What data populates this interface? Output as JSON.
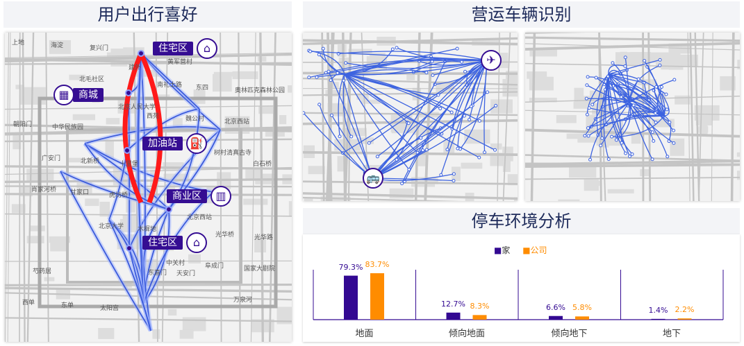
{
  "left": {
    "title": "用户出行喜好",
    "tags": {
      "home_top": "住宅区",
      "mall": "商城",
      "gas": "加油站",
      "business": "商业区",
      "home_bottom": "住宅区"
    },
    "places": [
      "上地",
      "北毛社区",
      "西苑",
      "树村清真古寺",
      "肖家河桥",
      "北京大学",
      "中关村",
      "万泉河",
      "海淀",
      "北京人民大学",
      "魏公村",
      "白石桥",
      "甘家口",
      "木樨地",
      "阜成门",
      "西单",
      "复兴门",
      "南礼士路",
      "北京西站",
      "广安门",
      "虎坊桥",
      "天安门",
      "国家大剧院",
      "东单",
      "建外",
      "东四",
      "朝阳门",
      "北新桥",
      "东直门",
      "光华桥",
      "芍药居",
      "太阳宫",
      "黄军营村",
      "奥林匹克森林公园",
      "中华民族园",
      "十里堡",
      "北京西站",
      "光华路"
    ],
    "route_colors": {
      "frequent": "#ff1a1a",
      "other": "#3b5bdb"
    }
  },
  "right_top": {
    "title": "营运车辆识别",
    "icons": [
      "airplane-icon",
      "bus-icon"
    ]
  },
  "chart_data": {
    "type": "bar",
    "title": "停车环境分析",
    "categories": [
      "地面",
      "倾向地面",
      "倾向地下",
      "地下"
    ],
    "series": [
      {
        "name": "家",
        "color": "#330992",
        "values": [
          79.3,
          12.7,
          6.6,
          1.4
        ],
        "labels": [
          "79.3%",
          "12.7%",
          "6.6%",
          "1.4%"
        ]
      },
      {
        "name": "公司",
        "color": "#ff8c00",
        "values": [
          83.7,
          8.3,
          5.8,
          2.2
        ],
        "labels": [
          "83.7%",
          "8.3%",
          "5.8%",
          "2.2%"
        ]
      }
    ],
    "legend": "top-center",
    "ylim": [
      0,
      100
    ],
    "grid": false
  }
}
